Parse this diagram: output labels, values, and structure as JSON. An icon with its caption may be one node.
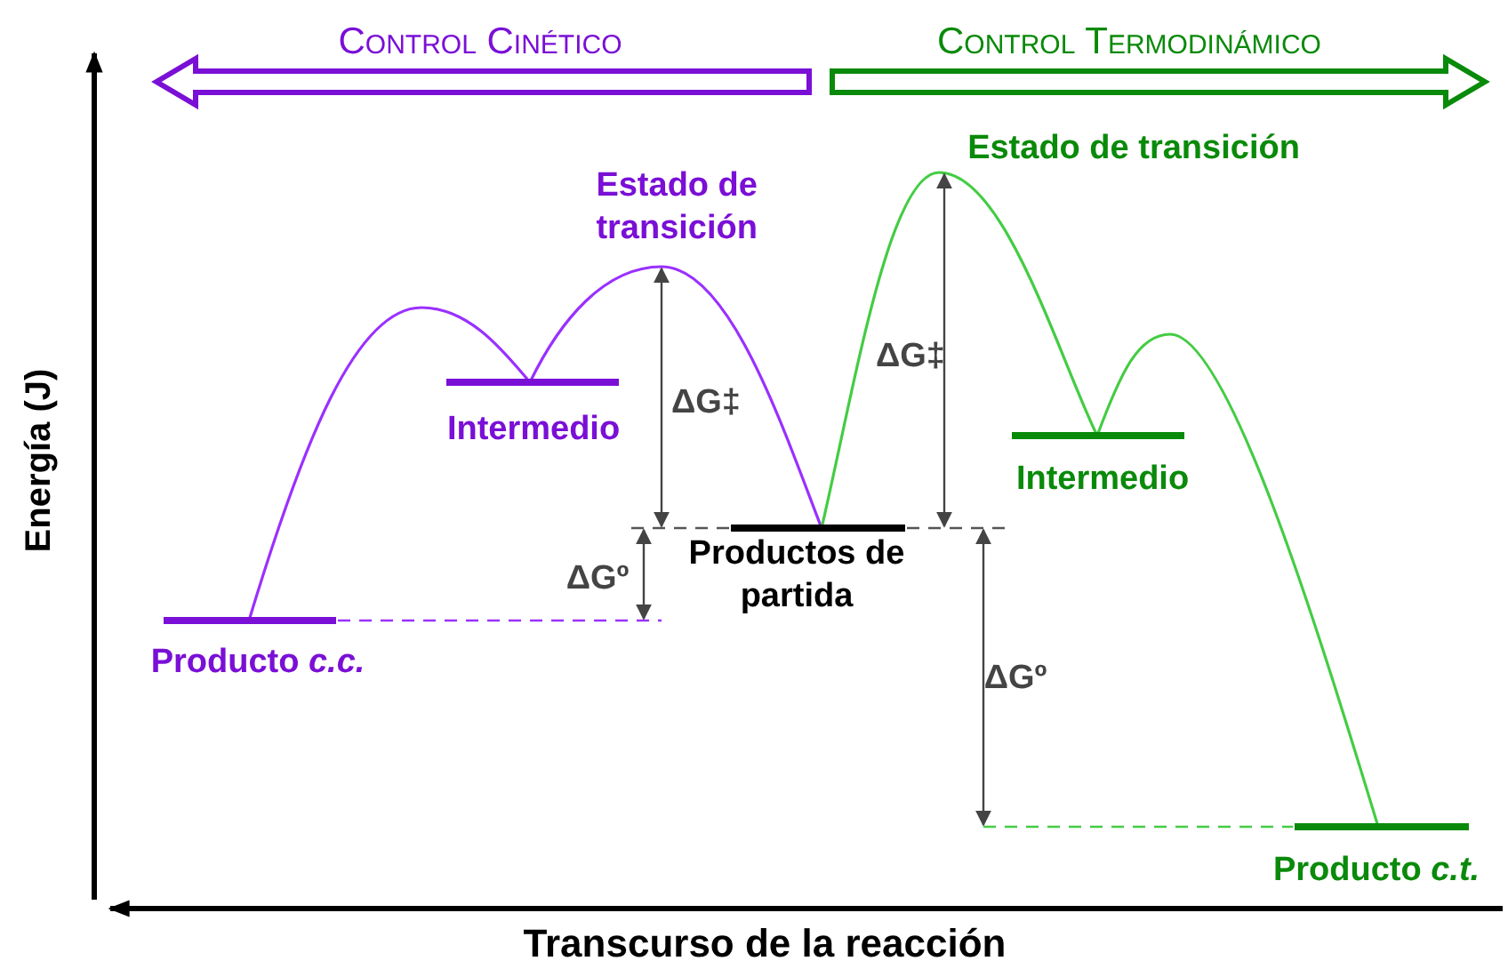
{
  "diagram": {
    "labels": [
      "Control Cinético",
      "Control Termodinámico",
      "Estado de transición",
      "Estado de transición",
      "ΔG‡",
      "ΔG‡",
      "Intermedio",
      "Intermedio",
      "ΔGº",
      "Productos de partida",
      "Producto *c.c.*",
      "ΔGº",
      "Producto *c.t.*",
      "Energía (J)",
      "Transcurso de la reacción"
    ]
  }
}
